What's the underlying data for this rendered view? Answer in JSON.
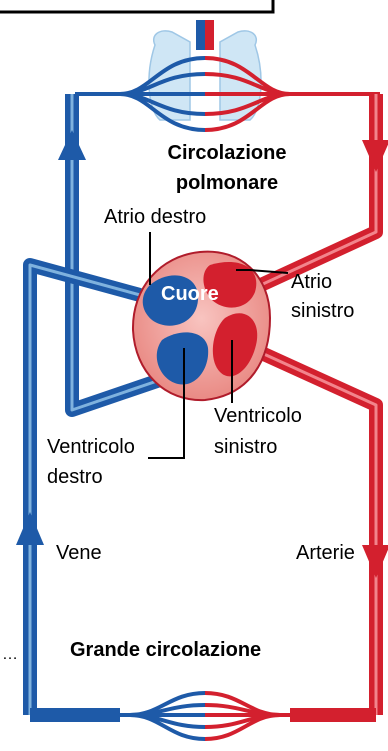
{
  "labels": {
    "pulmonary_line1": "Circolazione",
    "pulmonary_line2": "polmonare",
    "right_atrium": "Atrio destro",
    "heart": "Cuore",
    "left_atrium_line1": "Atrio",
    "left_atrium_line2": "sinistro",
    "left_ventricle_line1": "Ventricolo",
    "left_ventricle_line2": "sinistro",
    "right_ventricle_line1": "Ventricolo",
    "right_ventricle_line2": "destro",
    "veins": "Vene",
    "arteries": "Arterie",
    "systemic": "Grande circolazione",
    "side_dots": "…"
  },
  "colors": {
    "venous_blue": "#1e5aa8",
    "venous_blue_light": "#7fb2de",
    "arterial_red": "#d3202e",
    "arterial_red_light": "#f2848c",
    "lung_blue": "#cfe6f5",
    "heart_wall": "#f2a2a0",
    "heart_outline": "#b01c2b"
  },
  "icons": {
    "lungs": "lungs-icon",
    "heart": "heart-icon",
    "flow_arrows": "arrow-icon"
  }
}
